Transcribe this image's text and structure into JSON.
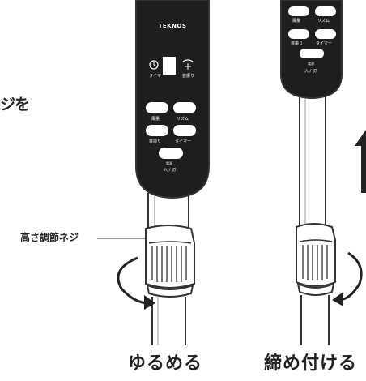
{
  "header_partial_text": "ジを",
  "callout_label": "高さ調節ネジ",
  "captions": {
    "left": "ゆるめる",
    "right": "締め付ける"
  },
  "left_panel": {
    "brand": "TEKNOS",
    "timer_icon_label": "タイマー",
    "swing_icon_label": "首振り",
    "buttons": {
      "wind": "風量",
      "rhythm": "リズム",
      "swing": "首振り",
      "timer": "タイマー",
      "power_small": "電源",
      "power": "入 / 切"
    }
  },
  "right_panel": {
    "buttons": {
      "wind": "風量",
      "rhythm": "リズム",
      "swing": "首振り",
      "timer": "タイマー",
      "power_small": "電源",
      "power": "入 / 切"
    }
  },
  "colors": {
    "panel": "#1e1e1e",
    "outline": "#333333"
  }
}
